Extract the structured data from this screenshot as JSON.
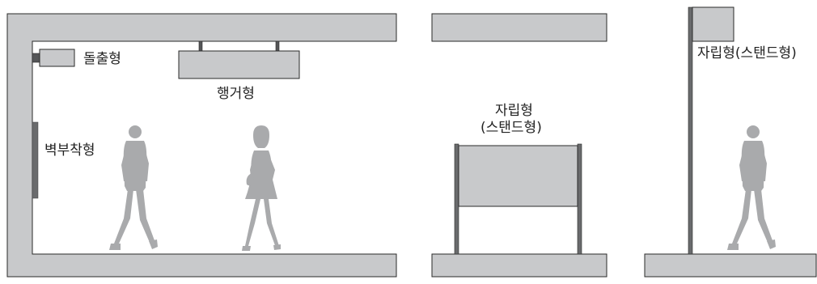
{
  "colors": {
    "panel_fill": "#c8c9cb",
    "panel_stroke": "#2a2a2a",
    "sign_dark": "#6a6b6d",
    "figure": "#a9aaac"
  },
  "labels": {
    "protruding": "돌출형",
    "hanging": "행거형",
    "wall_mounted": "벽부착형",
    "standing_line1": "자립형",
    "standing_line2": "(스탠드형)",
    "standing_pole": "자립형(스탠드형)"
  }
}
